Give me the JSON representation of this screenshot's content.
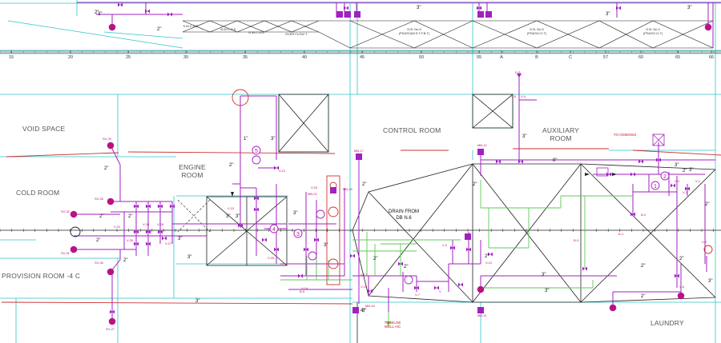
{
  "colors": {
    "background": "#ffffff",
    "structure": "#2ec4c9",
    "piping": "#a020c0",
    "equipment": "#c0107a",
    "drain": "#5cc85a",
    "hull": "#d03030",
    "frame": "#222222"
  },
  "rooms": {
    "void_space": "VOID SPACE",
    "cold_room": "COLD ROOM",
    "provision_room": "PROVISION ROOM -4  C",
    "engine_room_1": "ENGINE",
    "engine_room_2": "ROOM",
    "control_room": "CONTROL ROOM",
    "auxiliary_room_1": "AUXILIARY",
    "auxiliary_room_2": "ROOM",
    "laundry": "LAUNDRY"
  },
  "ruler_ticks": [
    "15",
    "20",
    "25",
    "30",
    "35",
    "40",
    "45",
    "50",
    "55",
    "A",
    "B",
    "C",
    "57",
    "60",
    "65",
    "66"
  ],
  "top_deck_labels": {
    "bilge_1": "S.W.C.G.E",
    "bilge_2": "B.W.C.G.E",
    "bilge_3": "G.W.C.G.E",
    "dbt_1": "D.B. No.6",
    "dbt_1_sub": "(PS&SO(W.S.T.F.B.T)",
    "dbt_2": "D.B. No.5",
    "dbt_2_sub": "(PS&SO.O.T)",
    "dbt_3": "D.B. No.4",
    "dbt_3_sub": "(PS&SO.O.T)",
    "dbt_left": "OVER FLOW T."
  },
  "notes": {
    "drain_from_1": "DRAIN FROM",
    "drain_from_2": "DB N.6",
    "to_osmosis": "TO OSMOSIS",
    "to_bilge_1": "TO BILGE",
    "to_bilge_2": "WELL A/C",
    "db_top": "D.B"
  },
  "pipe_sizes": [
    {
      "id": "p1",
      "text": "2\""
    },
    {
      "id": "p2",
      "text": "2\""
    },
    {
      "id": "p3",
      "text": "3\""
    },
    {
      "id": "p4",
      "text": "3\""
    },
    {
      "id": "p5",
      "text": "3\""
    },
    {
      "id": "p6",
      "text": "3\""
    },
    {
      "id": "p7",
      "text": "2\""
    },
    {
      "id": "p8",
      "text": "2\""
    },
    {
      "id": "p9",
      "text": "2\""
    },
    {
      "id": "p10",
      "text": "2\""
    },
    {
      "id": "p11",
      "text": "2\""
    },
    {
      "id": "p12",
      "text": "3\""
    },
    {
      "id": "p13",
      "text": "3\""
    },
    {
      "id": "p14",
      "text": "3\""
    },
    {
      "id": "p15",
      "text": "1\""
    },
    {
      "id": "p16",
      "text": "2\""
    },
    {
      "id": "p17",
      "text": "3\""
    },
    {
      "id": "p18",
      "text": "3\""
    },
    {
      "id": "p19",
      "text": "3\""
    },
    {
      "id": "p20",
      "text": "2\""
    },
    {
      "id": "p21",
      "text": "2\""
    },
    {
      "id": "p22",
      "text": "2\""
    },
    {
      "id": "p23",
      "text": "2\""
    },
    {
      "id": "p24",
      "text": "2\""
    },
    {
      "id": "p25",
      "text": "3\""
    },
    {
      "id": "p26",
      "text": "3\""
    },
    {
      "id": "p27",
      "text": "8\""
    },
    {
      "id": "p28",
      "text": "3\""
    },
    {
      "id": "p29",
      "text": "2\""
    },
    {
      "id": "p30",
      "text": "3\""
    },
    {
      "id": "p31",
      "text": "3\""
    },
    {
      "id": "p32",
      "text": "2\""
    },
    {
      "id": "p33",
      "text": "2\""
    },
    {
      "id": "p34",
      "text": "2\""
    },
    {
      "id": "p35",
      "text": "3\""
    },
    {
      "id": "p36",
      "text": "2\""
    },
    {
      "id": "p37",
      "text": "3\""
    },
    {
      "id": "p38",
      "text": "4\""
    },
    {
      "id": "p39",
      "text": "3\""
    },
    {
      "id": "p40",
      "text": "3\""
    }
  ],
  "tags": {
    "sv29": "SV-29",
    "sv28": "SV-28",
    "sv32": "SV-32",
    "sv31": "SV-31",
    "sv30": "SV-30",
    "sv27": "SV-27",
    "v31": "V-31",
    "v30": "V-30",
    "v26": "V-26",
    "v28": "V-28",
    "v27": "V-27",
    "v22": "V-22",
    "v21": "V-21",
    "v25": "V-25",
    "v20": "V-20",
    "v17": "V-17",
    "v15": "V-15",
    "v14": "V-14",
    "v9": "V-9",
    "v7": "V-7",
    "v12": "V-12",
    "v5": "V-5",
    "v4": "V-4",
    "v3": "V-3",
    "v2": "V-2",
    "v6": "V-6",
    "v1": "V-1",
    "v8": "V-8",
    "mb17": "MB-17",
    "mb16": "MB-16",
    "mb12": "MB-12",
    "mb11": "MB-11",
    "mb18": "MB-18",
    "mb21": "MB-21",
    "bs": "B-5",
    "b2": "B-2",
    "b3": "B-3",
    "b1": "B-1",
    "pump5": "5",
    "pump4": "4",
    "pump3": "3",
    "pump2": "2",
    "pump1": "1",
    "vs": "V"
  }
}
